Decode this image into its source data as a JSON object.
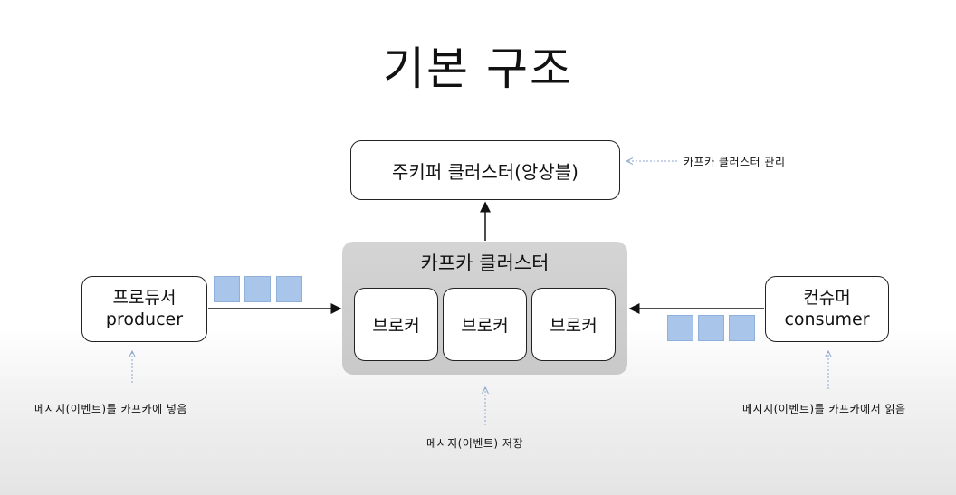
{
  "title": "기본 구조",
  "zookeeper": {
    "label": "주키퍼 클러스터(앙상블)",
    "note": "카프카 클러스터 관리"
  },
  "kafka_cluster": {
    "title": "카프카 클러스터",
    "brokers": [
      "브로커",
      "브로커",
      "브로커"
    ],
    "note": "메시지(이벤트) 저장"
  },
  "producer": {
    "label_ko": "프로듀서",
    "label_en": "producer",
    "note": "메시지(이벤트)를 카프카에 넣음"
  },
  "consumer": {
    "label_ko": "컨슈머",
    "label_en": "consumer",
    "note": "메시지(이벤트)를 카프카에서 읽음"
  },
  "colors": {
    "message_block": "#a9c6ea",
    "cluster_bg": "#cfcfcf",
    "dotted_arrow": "#8da6cf"
  }
}
